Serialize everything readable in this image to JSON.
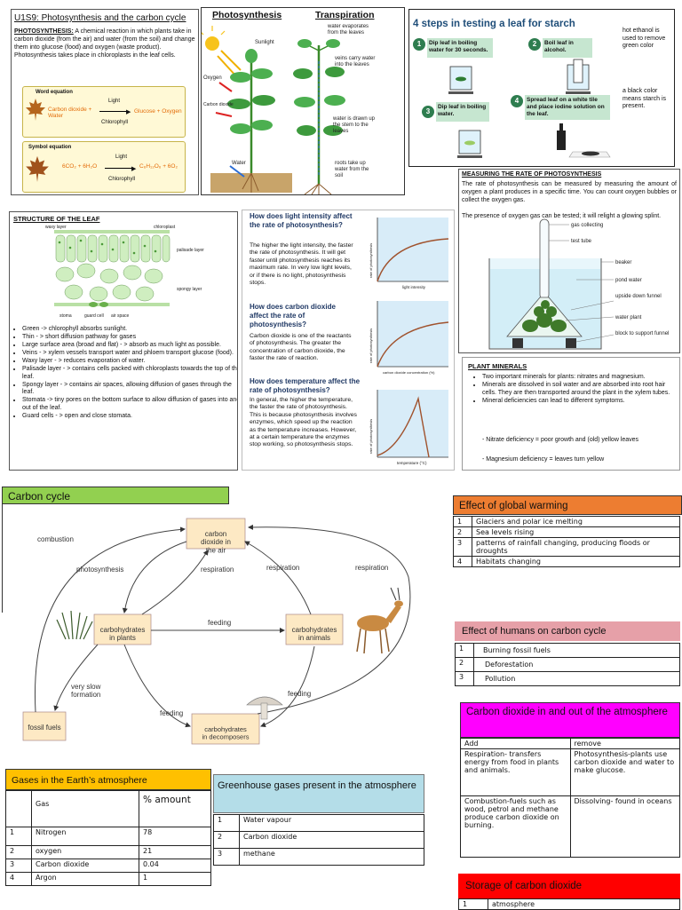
{
  "ps": {
    "title": "U1S9: Photosynthesis and the carbon cycle",
    "def_term": "PHOTOSYNTHESIS:",
    "def_text": " A chemical reaction in which plants take in carbon dioxide (from the air) and water (from the soil) and change them into glucose (food) and oxygen (waste product). Photosynthesis takes   place in chloroplasts in    the leaf cells.",
    "word_eq_title": "Word equation",
    "word_left": "Carbon dioxide + Water",
    "word_cond_top": "Light",
    "word_cond_bottom": "Chlorophyll",
    "word_right": "Glucose + Oxygen",
    "sym_eq_title": "Symbol equation",
    "sym_left": "6CO₂ + 6H₂O",
    "sym_cond_top": "Light",
    "sym_cond_bottom": "Chlorophyll",
    "sym_right": "C₆H₁₂O₆ + 6O₂"
  },
  "diagram_top": {
    "photo_title": "Photosynthesis",
    "trans_title": "Transpiration",
    "sunlight": "Sunlight",
    "oxygen": "Oxygen",
    "carbon_dioxide": "Carbon dioxide",
    "water": "Water",
    "evap": "water evaporates from the leaves",
    "veins": "veins carry water into the leaves",
    "drawn_up": "water is drawn up the stem to the leaves",
    "roots": "roots take up water from the soil"
  },
  "starch": {
    "title": "4 steps in testing a leaf for starch",
    "steps": [
      {
        "n": "1",
        "text": "Dip leaf in boiling water for 30 seconds."
      },
      {
        "n": "2",
        "text": "Boil leaf in alcohol."
      },
      {
        "n": "3",
        "text": "Dip leaf in boiling water."
      },
      {
        "n": "4",
        "text": "Spread leaf on a white tile and place iodine solution on the leaf."
      }
    ],
    "note1": "hot ethanol is used to remove green color",
    "note2": "a black color means starch is present."
  },
  "measuring": {
    "title": "MEASURING THE RATE OF PHOTOSYNTHESIS",
    "p1": "The rate of photosynthesis can be measured by measuring the amount of oxygen a plant produces in a specific time. You can count oxygen bubbles or collect the oxygen gas.",
    "p2": "The presence of oxygen gas can be tested; it will relight a glowing splint.",
    "labels": [
      "gas collecting",
      "test tube",
      "beaker",
      "pond water",
      "upside down funnel",
      "water plant",
      "block to support funnel"
    ]
  },
  "leaf": {
    "title": "STRUCTURE OF THE LEAF",
    "labels": {
      "waxy": "waxy layer",
      "chloroplast": "chloroplast",
      "palisade": "palisade layer",
      "spongy": "spongy layer",
      "stoma": "stoma",
      "guard": "guard cell",
      "air": "air space"
    },
    "bullets": [
      "Green -> chlorophyll absorbs sunlight.",
      "Thin - > short diffusion pathway for gases",
      "Large surface area (broad and flat) - > absorb as much light as possible.",
      "Veins - > xylem vessels transport water and phloem transport glucose (food).",
      "Waxy layer - > reduces evaporation of water.",
      "Palisade layer - > contains cells packed with chloroplasts towards the top of the leaf.",
      "Spongy layer - > contains air spaces, allowing diffusion of gases through the leaf.",
      "Stomata -> tiny pores on the bottom surface to allow diffusion of gases into and out of the leaf.",
      "Guard cells  - > open and close stomata."
    ]
  },
  "rate": {
    "h1": "How does light intensity affect the rate of photosynthesis?",
    "p1": "The higher the light intensity, the faster the rate of photosynthesis. It will get faster until photosynthesis reaches its maximum rate. In very low light levels, or if there is no light, photosynthesis stops.",
    "h2": "How does carbon dioxide affect the rate of photosynthesis?",
    "p2": "Carbon dioxide is one of the reactants of photosynthesis. The greater the concentration of carbon dioxide, the faster the rate of reaction.",
    "h3": "How does temperature affect the rate of photosynthesis?",
    "p3": "In general, the higher the temperature, the faster the rate of photosynthesis. This is because photosynthesis involves enzymes, which speed up the reaction as the temperature increases. However, at a certain temperature the enzymes stop working, so photosynthesis stops.",
    "ylabel": "rate of photosynthesis",
    "x1": "light intensity",
    "x2": "carbon dioxide concentration (%)",
    "x3": "temperature (°C)"
  },
  "minerals": {
    "title": "PLANT MINERALS",
    "bullets": [
      "Two important minerals for plants:   nitrates and magnesium.",
      "Minerals are dissolved in soil water and are absorbed into root hair cells. They are then transported around                        the plant in the xylem tubes.",
      "Mineral deficiencies can lead to different symptoms."
    ],
    "sub": [
      "Nitrate deficiency = poor growth and (old) yellow leaves",
      "Magnesium deficiency = leaves turn yellow"
    ]
  },
  "cycle": {
    "header": "Carbon cycle",
    "co2": "carbon dioxide in the air",
    "plants": "carbohydrates in plants",
    "animals": "carbohydrates in animals",
    "fossil": "fossil fuels",
    "decomp": "carbohydrates in decomposers",
    "combustion": "combustion",
    "photosynthesis": "photosynthesis",
    "respiration": "respiration",
    "feeding": "feeding",
    "slow": "very slow formation"
  },
  "warming": {
    "title": "Effect of global warming",
    "items": [
      {
        "n": "1",
        "t": "Glaciers and polar ice melting"
      },
      {
        "n": "2",
        "t": "Sea levels rising"
      },
      {
        "n": "3",
        "t": "patterns of rainfall changing, producing floods or droughts"
      },
      {
        "n": "4",
        "t": "Habitats changing"
      }
    ]
  },
  "humans": {
    "title": "Effect of humans on carbon cycle",
    "items": [
      {
        "n": "1",
        "t": "Burning fossil fuels"
      },
      {
        "n": "2",
        "t": "Deforestation"
      },
      {
        "n": "3",
        "t": "Pollution"
      }
    ]
  },
  "inout": {
    "title": "Carbon dioxide in and out of the atmosphere",
    "col_add": "Add",
    "col_remove": "remove",
    "r1a": "Respiration- transfers    energy from food in plants and animals.",
    "r1b": "Photosynthesis-plants use carbon dioxide and water to make glucose.",
    "r2a": "Combustion-fuels such as wood, petrol and methane produce carbon dioxide on burning.",
    "r2b": "Dissolving- found in oceans"
  },
  "storage": {
    "title": "Storage of carbon dioxide",
    "n": "1",
    "t": "atmosphere"
  },
  "gases": {
    "title": "Gases in the Earth’s atmosphere",
    "col1": "Gas",
    "col2": "% amount",
    "rows": [
      {
        "n": "1",
        "g": "Nitrogen",
        "v": "78"
      },
      {
        "n": "2",
        "g": "oxygen",
        "v": "21"
      },
      {
        "n": "3",
        "g": "Carbon dioxide",
        "v": "0.04"
      },
      {
        "n": "4",
        "g": "Argon",
        "v": "1"
      }
    ]
  },
  "greenhouse": {
    "title": "Greenhouse gases present in the atmosphere",
    "items": [
      {
        "n": "1",
        "t": "Water vapour"
      },
      {
        "n": "2",
        "t": "Carbon dioxide"
      },
      {
        "n": "3",
        "t": "methane"
      }
    ]
  },
  "colors": {
    "green_header": "#92d050",
    "orange_header": "#ed7d31",
    "pink_header": "#e6a0a8",
    "magenta_header": "#ff00ff",
    "red_header": "#ff0000",
    "yellow_header": "#ffc000",
    "blue_header": "#b4dde8",
    "equation_orange": "#e36c09"
  }
}
